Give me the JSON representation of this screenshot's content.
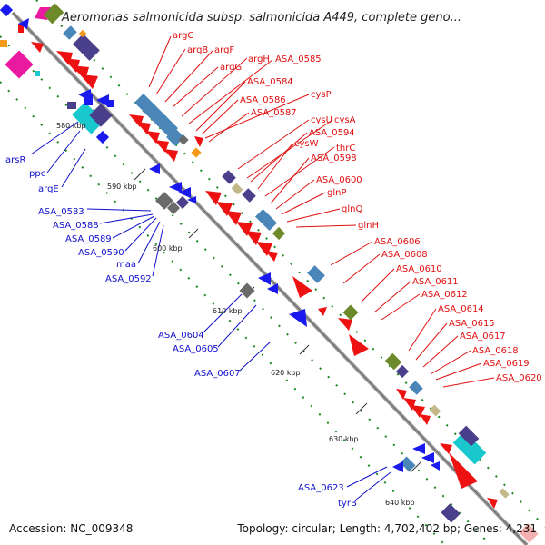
{
  "title": "Aeromonas salmonicida subsp. salmonicida A449, complete geno...",
  "footer": {
    "accession": "Accession: NC_009348",
    "summary": "Topology: circular; Length: 4,702,402 bp; Genes: 4,231"
  },
  "ticks": [
    "580 kbp",
    "590 kbp",
    "600 kbp",
    "610 kbp",
    "620 kbp",
    "630 kbp",
    "640 kbp"
  ],
  "forward_labels": [
    "argC",
    "argB",
    "argF",
    "argG",
    "argH",
    "ASA_0585",
    "ASA_0584",
    "cysP",
    "ASA_0586",
    "ASA_0587",
    "cysU",
    "cysA",
    "ASA_0594",
    "cysW",
    "thrC",
    "ASA_0598",
    "ASA_0600",
    "glnP",
    "glnQ",
    "glnH",
    "ASA_0606",
    "ASA_0608",
    "ASA_0610",
    "ASA_0611",
    "ASA_0612",
    "ASA_0614",
    "ASA_0615",
    "ASA_0617",
    "ASA_0618",
    "ASA_0619",
    "ASA_0620"
  ],
  "reverse_labels": [
    "arsR",
    "ppc",
    "argE",
    "ASA_0583",
    "ASA_0588",
    "ASA_0589",
    "ASA_0590",
    "maa",
    "ASA_0592",
    "ASA_0604",
    "ASA_0605",
    "ASA_0607",
    "ASA_0623",
    "tyrB"
  ],
  "colors": {
    "backbone": "#8a8a8a",
    "forward_gene": "#ee1111",
    "reverse_gene": "#1a1aee",
    "forward_label": "#e01010",
    "reverse_label": "#1010cc",
    "tick": "#1f8a1f",
    "rrna_block": "#4a86b8",
    "block_purple": "#4a3f8a",
    "block_cyan": "#19c8cc",
    "block_magenta": "#ea1aa0",
    "block_olive": "#6d8a2a",
    "block_gray": "#6a6a6a",
    "block_orange": "#f49a1a",
    "block_tan": "#c2b88a"
  }
}
